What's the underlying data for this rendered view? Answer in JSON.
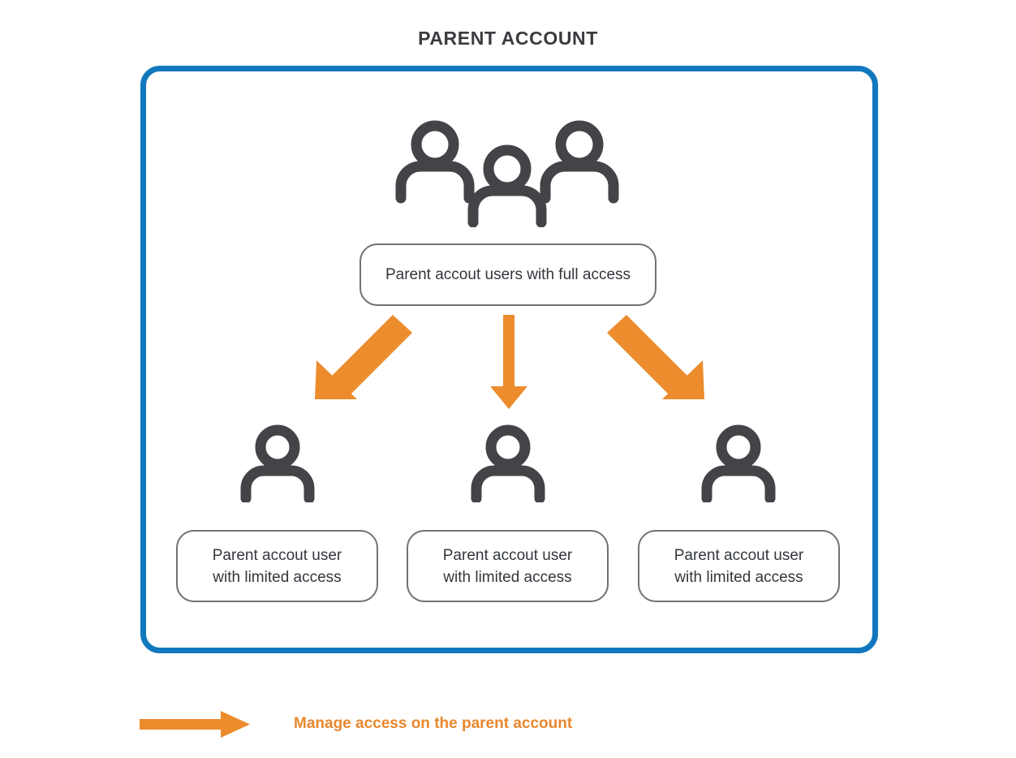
{
  "page": {
    "title": "PARENT ACCOUNT",
    "background_color": "#ffffff"
  },
  "colors": {
    "frame_blue": "#1278be",
    "arrow_orange": "#ec8c2d",
    "legend_orange": "#e8882e",
    "icon_gray": "#434348",
    "box_border_gray": "#6e7277",
    "text_dark": "#33373c",
    "title_dark": "#3b3b40"
  },
  "frame": {
    "name": "parent-account-container"
  },
  "icons": {
    "group": "three-people-icon",
    "person": "person-icon",
    "legend_arrow": "right-arrow-icon",
    "arrow_down_left": "arrow-down-left-icon",
    "arrow_down": "arrow-down-icon",
    "arrow_down_right": "arrow-down-right-icon"
  },
  "nodes": {
    "parent_full_access": {
      "label": "Parent accout users with full access"
    },
    "children": [
      {
        "line1": "Parent accout user",
        "line2": "with limited access"
      },
      {
        "line1": "Parent accout user",
        "line2": "with limited access"
      },
      {
        "line1": "Parent accout user",
        "line2": "with limited access"
      }
    ]
  },
  "legend": {
    "label": "Manage access on the parent account"
  }
}
